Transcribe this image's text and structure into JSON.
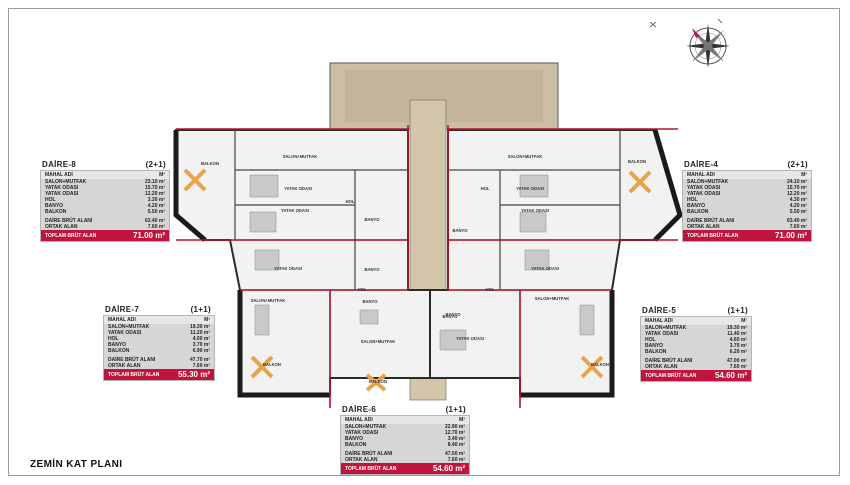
{
  "caption": "ZEMİN KAT PLANI",
  "compass_icon": "compass-rose-icon",
  "accent_color": "#c0143c",
  "unit_tables": [
    {
      "id": "daire-8",
      "title": "DAİRE-8",
      "type": "(2+1)",
      "col_name": "MAHAL ADI",
      "col_unit": "M²",
      "rows": [
        [
          "SALON+MUTFAK",
          "23.10 m²"
        ],
        [
          "YATAK ODASI",
          "15.70 m²"
        ],
        [
          "YATAK ODASI",
          "12.20 m²"
        ],
        [
          "HOL",
          "3.30 m²"
        ],
        [
          "BANYO",
          "4.20 m²"
        ],
        [
          "BALKON",
          "5.50 m²"
        ]
      ],
      "gross": [
        "DAİRE BRÜT ALANI",
        "63.40 m²"
      ],
      "common": [
        "ORTAK ALAN",
        "7.60 m²"
      ],
      "total_label": "TOPLAM BRÜT ALAN",
      "total": "71.00 m²"
    },
    {
      "id": "daire-4",
      "title": "DAİRE-4",
      "type": "(2+1)",
      "col_name": "MAHAL ADI",
      "col_unit": "M²",
      "rows": [
        [
          "SALON+MUTFAK",
          "24.10 m²"
        ],
        [
          "YATAK ODASI",
          "15.70 m²"
        ],
        [
          "YATAK ODASI",
          "12.20 m²"
        ],
        [
          "HOL",
          "4.30 m²"
        ],
        [
          "BANYO",
          "4.20 m²"
        ],
        [
          "BALKON",
          "5.50 m²"
        ]
      ],
      "gross": [
        "DAİRE BRÜT ALANI",
        "63.40 m²"
      ],
      "common": [
        "ORTAK ALAN",
        "7.60 m²"
      ],
      "total_label": "TOPLAM BRÜT ALAN",
      "total": "71.00 m²"
    },
    {
      "id": "daire-7",
      "title": "DAİRE-7",
      "type": "(1+1)",
      "col_name": "MAHAL ADI",
      "col_unit": "M²",
      "rows": [
        [
          "SALON+MUTFAK",
          "19.30 m²"
        ],
        [
          "YATAK ODASI",
          "11.20 m²"
        ],
        [
          "HOL",
          "4.00 m²"
        ],
        [
          "BANYO",
          "3.70 m²"
        ],
        [
          "BALKON",
          "6.90 m²"
        ]
      ],
      "gross": [
        "DAİRE BRÜT ALANI",
        "47.70 m²"
      ],
      "common": [
        "ORTAK ALAN",
        "7.60 m²"
      ],
      "total_label": "TOPLAM BRÜT ALAN",
      "total": "55.30 m²"
    },
    {
      "id": "daire-5",
      "title": "DAİRE-5",
      "type": "(1+1)",
      "col_name": "MAHAL ADI",
      "col_unit": "M²",
      "rows": [
        [
          "SALON+MUTFAK",
          "19.30 m²"
        ],
        [
          "YATAK ODASI",
          "11.40 m²"
        ],
        [
          "HOL",
          "4.60 m²"
        ],
        [
          "BANYO",
          "3.70 m²"
        ],
        [
          "BALKON",
          "6.20 m²"
        ]
      ],
      "gross": [
        "DAİRE BRÜT ALANI",
        "47.00 m²"
      ],
      "common": [
        "ORTAK ALAN",
        "7.60 m²"
      ],
      "total_label": "TOPLAM BRÜT ALAN",
      "total": "54.60 m²"
    },
    {
      "id": "daire-6",
      "title": "DAİRE-6",
      "type": "(1+1)",
      "col_name": "MAHAL ADI",
      "col_unit": "M²",
      "rows": [
        [
          "SALON+MUTFAK",
          "22.90 m²"
        ],
        [
          "YATAK ODASI",
          "12.70 m²"
        ],
        [
          "BANYO",
          "3.40 m²"
        ],
        [
          "BALKON",
          "8.40 m²"
        ]
      ],
      "gross": [
        "DAİRE BRÜT ALANI",
        "47.00 m²"
      ],
      "common": [
        "ORTAK ALAN",
        "7.60 m²"
      ],
      "total_label": "TOPLAM BRÜT ALAN",
      "total": "54.60 m²"
    }
  ],
  "room_labels": [
    "BALKON",
    "SALON+MUTFAK",
    "YATAK ODASI",
    "YATAK ODASI",
    "HOL",
    "BANYO",
    "BANYO",
    "SALON+MUTFAK",
    "YATAK ODASI",
    "YATAK ODASI",
    "HOL",
    "BANYO",
    "BALKON",
    "YATAK ODASI",
    "SALON+MUTFAK",
    "BANYO",
    "HOL",
    "BALKON",
    "YATAK ODASI",
    "SALON+MUTFAK",
    "HOL",
    "BANYO",
    "BALKON",
    "SALON+MUTFAK",
    "BANYO",
    "YATAK ODASI",
    "BALKON"
  ]
}
